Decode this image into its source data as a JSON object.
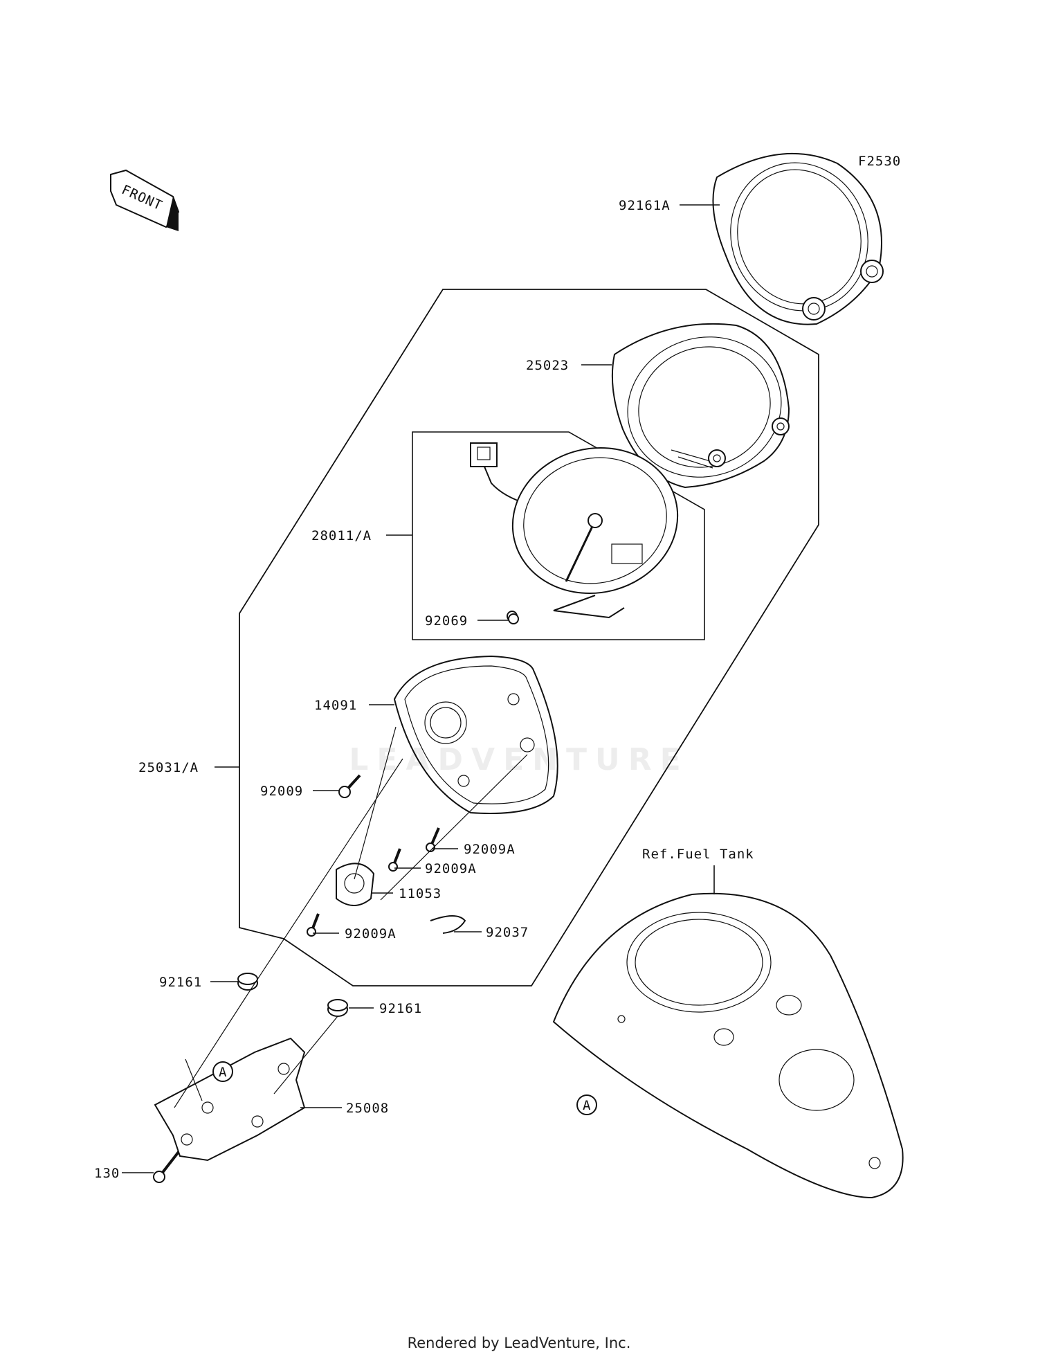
{
  "diagram_code": "F2530",
  "front_label": "FRONT",
  "labels": {
    "p92161A": "92161A",
    "p25023": "25023",
    "p28011A": "28011/A",
    "p92069": "92069",
    "p14091": "14091",
    "p25031A": "25031/A",
    "p92009": "92009",
    "p92009A_1": "92009A",
    "p92009A_2": "92009A",
    "p11053": "11053",
    "p92009A_3": "92009A",
    "p92037": "92037",
    "p92161_1": "92161",
    "p92161_2": "92161",
    "p25008": "25008",
    "p130": "130",
    "ref_fuel_tank": "Ref.Fuel Tank",
    "marker_a1": "A",
    "marker_a2": "A"
  },
  "watermark": "LEADVENTURE",
  "footer": "Rendered by LeadVenture, Inc."
}
